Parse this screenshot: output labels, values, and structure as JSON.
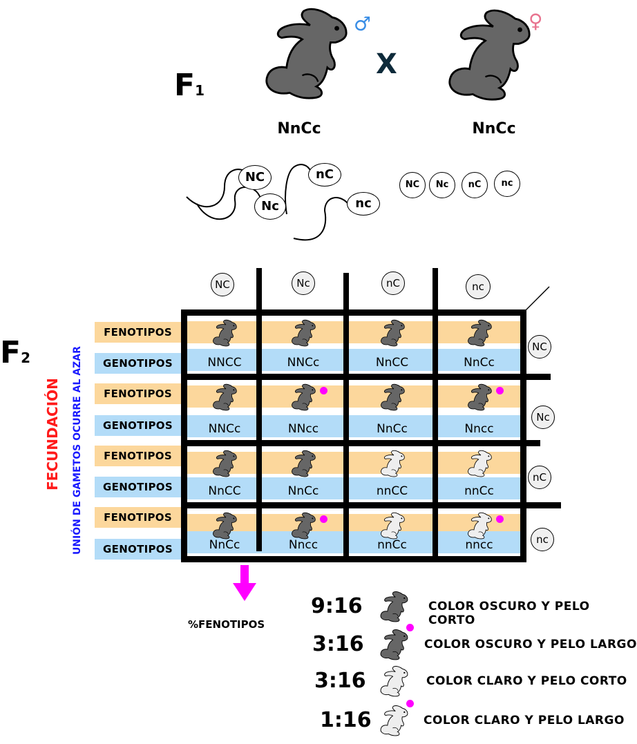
{
  "header": {
    "f1_label": "F",
    "f1_sub": "1",
    "f2_label": "F",
    "f2_sub": "2",
    "cross_symbol": "X",
    "male_symbol": "♂",
    "female_symbol": "♀",
    "parent_male_genotype": "NnCc",
    "parent_female_genotype": "NnCc"
  },
  "sperm_gametes": [
    "NC",
    "nC",
    "Nc",
    "nc"
  ],
  "egg_gametes": [
    "NC",
    "Nc",
    "nC",
    "nc"
  ],
  "side_labels": {
    "fecundacion": "FECUNDACIÓN",
    "union": "UNIÓN DE GAMETOS OCURRE AL AZAR"
  },
  "row_labels": {
    "fenotipos": "FENOTIPOS",
    "genotipos": "GENOTIPOS"
  },
  "punnett": {
    "column_gametes": [
      "NC",
      "Nc",
      "nC",
      "nc"
    ],
    "row_gametes": [
      "NC",
      "Nc",
      "nC",
      "nc"
    ],
    "rows": [
      [
        {
          "genotype": "NNCC",
          "color": "dark",
          "long_hair": false
        },
        {
          "genotype": "NNCc",
          "color": "dark",
          "long_hair": false
        },
        {
          "genotype": "NnCC",
          "color": "dark",
          "long_hair": false
        },
        {
          "genotype": "NnCc",
          "color": "dark",
          "long_hair": false
        }
      ],
      [
        {
          "genotype": "NNCc",
          "color": "dark",
          "long_hair": false
        },
        {
          "genotype": "NNcc",
          "color": "dark",
          "long_hair": true
        },
        {
          "genotype": "NnCc",
          "color": "dark",
          "long_hair": false
        },
        {
          "genotype": "Nncc",
          "color": "dark",
          "long_hair": true
        }
      ],
      [
        {
          "genotype": "NnCC",
          "color": "dark",
          "long_hair": false
        },
        {
          "genotype": "NnCc",
          "color": "dark",
          "long_hair": false
        },
        {
          "genotype": "nnCC",
          "color": "light",
          "long_hair": false
        },
        {
          "genotype": "nnCc",
          "color": "light",
          "long_hair": false
        }
      ],
      [
        {
          "genotype": "NnCc",
          "color": "dark",
          "long_hair": false
        },
        {
          "genotype": "Nncc",
          "color": "dark",
          "long_hair": true
        },
        {
          "genotype": "nnCc",
          "color": "light",
          "long_hair": false
        },
        {
          "genotype": "nncc",
          "color": "light",
          "long_hair": true
        }
      ]
    ]
  },
  "arrow_label": "%FENOTIPOS",
  "legend": [
    {
      "ratio": "9:16",
      "color": "dark",
      "long_hair": false,
      "text": "COLOR OSCURO Y PELO CORTO"
    },
    {
      "ratio": "3:16",
      "color": "dark",
      "long_hair": true,
      "text": "COLOR OSCURO Y PELO LARGO"
    },
    {
      "ratio": "3:16",
      "color": "light",
      "long_hair": false,
      "text": "COLOR CLARO Y PELO CORTO"
    },
    {
      "ratio": "1:16",
      "color": "light",
      "long_hair": true,
      "text": "COLOR CLARO Y PELO LARGO"
    }
  ],
  "colors": {
    "dark_rabbit": "#666666",
    "light_rabbit": "#eeeeee",
    "long_hair_dot": "#ff00ff",
    "fenotipo_band": "#fcd79c",
    "genotipo_band": "#b3dcf8",
    "fecundacion_text": "#ff1a1a",
    "union_text": "#1a1aff",
    "male_symbol": "#3a8ee6",
    "female_symbol": "#e8738f",
    "cross": "#0e2a3a",
    "arrow": "#ff00ff"
  }
}
